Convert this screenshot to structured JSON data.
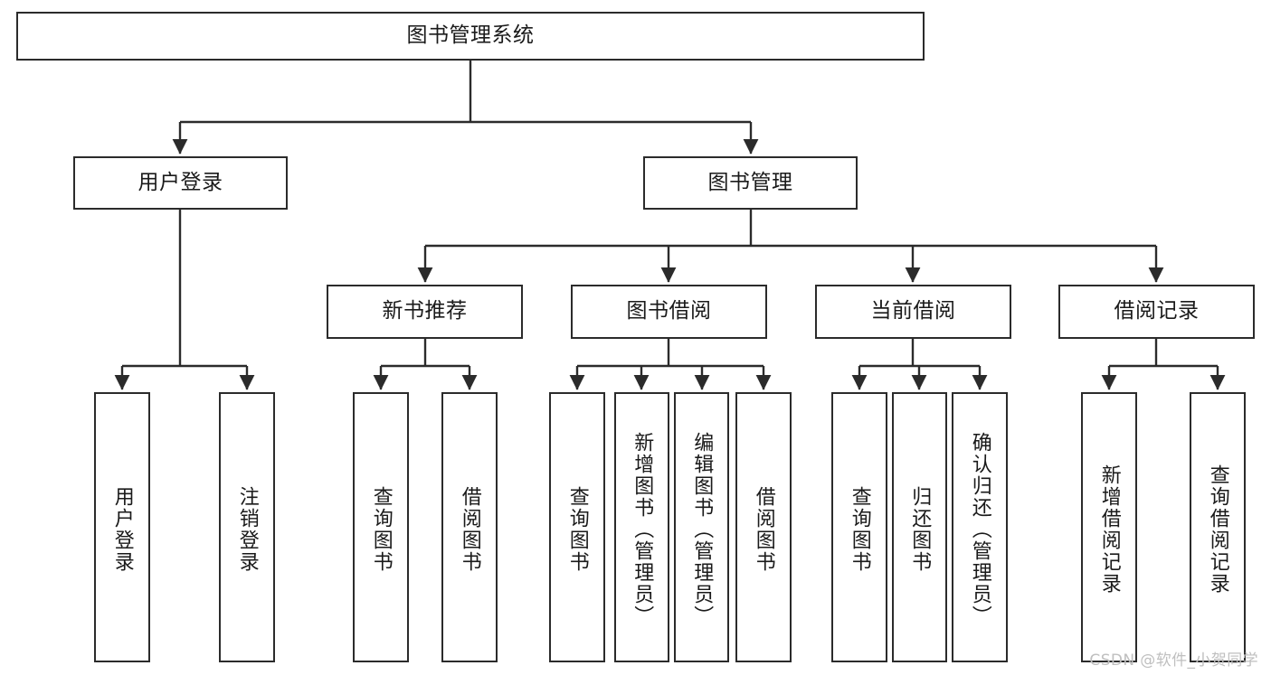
{
  "diagram": {
    "title": "图书管理系统",
    "watermark": "CSDN @软件_小贺同学",
    "colors": {
      "border": "#2b2b2b",
      "background": "#ffffff",
      "text": "#1a1a1a",
      "connector": "#2b2b2b",
      "watermark": "#bfbfbf"
    },
    "nodes": {
      "root": {
        "label": "图书管理系统"
      },
      "level1": [
        {
          "id": "user-login",
          "label": "用户登录"
        },
        {
          "id": "book-management",
          "label": "图书管理"
        }
      ],
      "level2": [
        {
          "id": "new-book-recommend",
          "label": "新书推荐"
        },
        {
          "id": "book-borrow",
          "label": "图书借阅"
        },
        {
          "id": "current-borrow",
          "label": "当前借阅"
        },
        {
          "id": "borrow-record",
          "label": "借阅记录"
        }
      ],
      "leaves": [
        {
          "id": "leaf-user-login",
          "label": "用户登录",
          "parent": "user-login"
        },
        {
          "id": "leaf-logout",
          "label": "注销登录",
          "parent": "user-login"
        },
        {
          "id": "leaf-query-book-1",
          "label": "查询图书",
          "parent": "new-book-recommend"
        },
        {
          "id": "leaf-borrow-book-1",
          "label": "借阅图书",
          "parent": "new-book-recommend"
        },
        {
          "id": "leaf-query-book-2",
          "label": "查询图书",
          "parent": "book-borrow"
        },
        {
          "id": "leaf-add-book",
          "label": "新增图书（管理员）",
          "parent": "book-borrow"
        },
        {
          "id": "leaf-edit-book",
          "label": "编辑图书（管理员）",
          "parent": "book-borrow"
        },
        {
          "id": "leaf-borrow-book-2",
          "label": "借阅图书",
          "parent": "book-borrow"
        },
        {
          "id": "leaf-query-book-3",
          "label": "查询图书",
          "parent": "current-borrow"
        },
        {
          "id": "leaf-return-book",
          "label": "归还图书",
          "parent": "current-borrow"
        },
        {
          "id": "leaf-confirm-return",
          "label": "确认归还（管理员）",
          "parent": "current-borrow"
        },
        {
          "id": "leaf-add-record",
          "label": "新增借阅记录",
          "parent": "borrow-record"
        },
        {
          "id": "leaf-query-record",
          "label": "查询借阅记录",
          "parent": "borrow-record"
        }
      ]
    }
  }
}
